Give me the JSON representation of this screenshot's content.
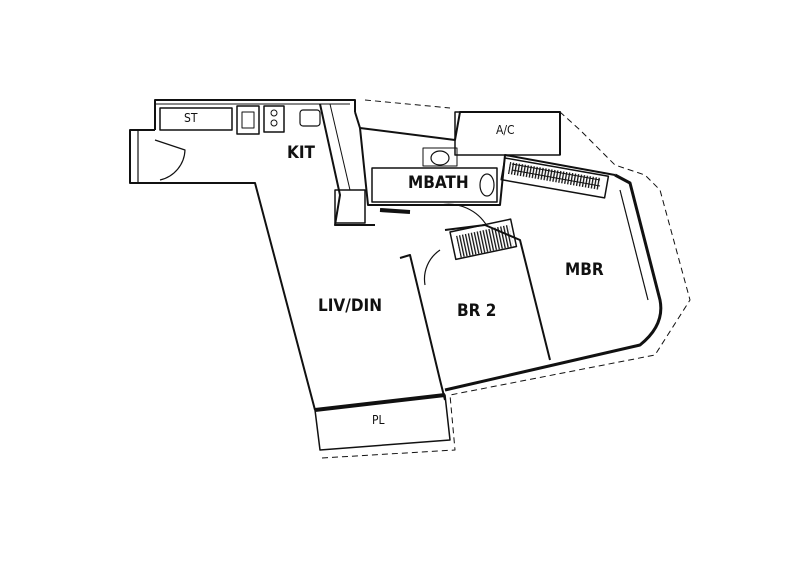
{
  "rooms": {
    "storage": "ST",
    "kitchen": "KIT",
    "ac": "A/C",
    "master_bath": "MBATH",
    "master_bedroom": "MBR",
    "bedroom_2": "BR 2",
    "living_dining": "LIV/DIN",
    "planter": "PL"
  },
  "colors": {
    "line": "#111111",
    "background": "#ffffff"
  }
}
